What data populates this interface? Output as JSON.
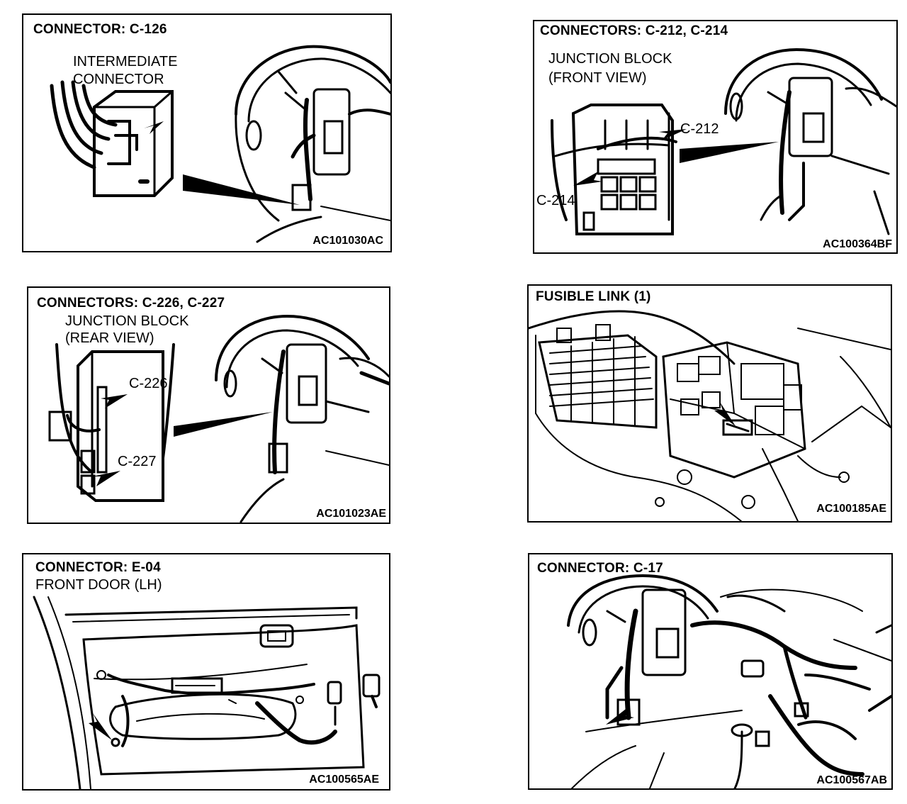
{
  "panels": {
    "p1": {
      "title": "CONNECTOR: C-126",
      "label1": "INTERMEDIATE",
      "label2": "CONNECTOR",
      "code": "AC101030AC"
    },
    "p2": {
      "title": "CONNECTORS: C-212, C-214",
      "label1": "JUNCTION BLOCK",
      "label2": "(FRONT VIEW)",
      "callout_a": "C-212",
      "callout_b": "C-214",
      "code": "AC100364BF"
    },
    "p3": {
      "title": "CONNECTORS: C-226, C-227",
      "label1": "JUNCTION BLOCK",
      "label2": "(REAR VIEW)",
      "callout_a": "C-226",
      "callout_b": "C-227",
      "code": "AC101023AE"
    },
    "p4": {
      "title": "FUSIBLE LINK (1)",
      "code": "AC100185AE"
    },
    "p5": {
      "title": "CONNECTOR: E-04",
      "label1": "FRONT DOOR (LH)",
      "code": "AC100565AE"
    },
    "p6": {
      "title": "CONNECTOR: C-17",
      "code": "AC100567AB"
    }
  },
  "style": {
    "ink": "#000000",
    "paper": "#ffffff"
  }
}
